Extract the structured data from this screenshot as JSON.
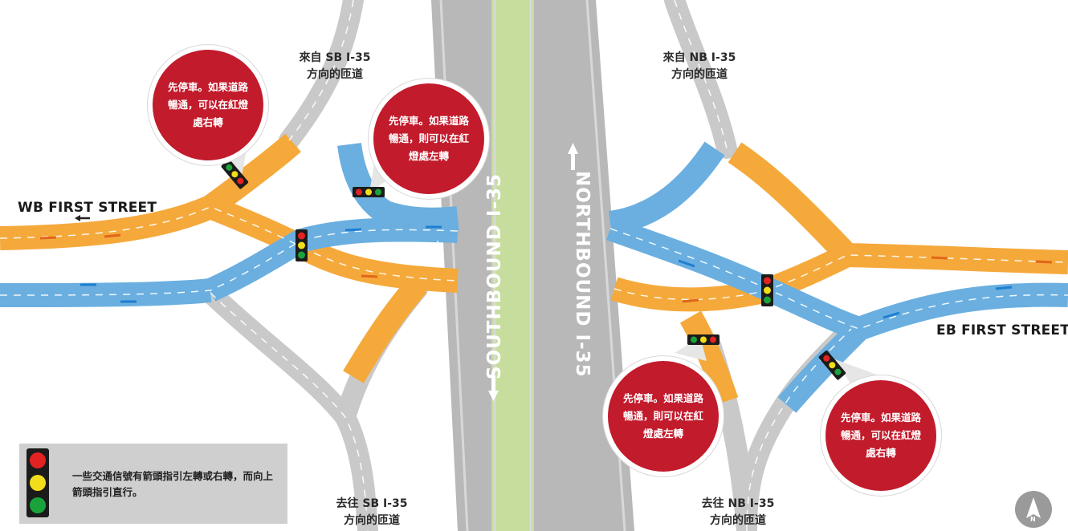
{
  "streets": {
    "wb": "WB FIRST STREET",
    "eb": "EB FIRST STREET"
  },
  "ramps": {
    "from_sb": {
      "line1": "來自 SB I-35",
      "line2": "方向的匝道"
    },
    "from_nb": {
      "line1": "來自 NB I-35",
      "line2": "方向的匝道"
    },
    "to_sb": {
      "line1": "去往 SB I-35",
      "line2": "方向的匝道"
    },
    "to_nb": {
      "line1": "去往 NB I-35",
      "line2": "方向的匝道"
    }
  },
  "highways": {
    "southbound": "SOUTHBOUND I-35",
    "northbound": "NORTHBOUND I-35"
  },
  "callouts": {
    "nw_right": "先停車。如果道路暢通，可以在紅燈處右轉",
    "nc_left": "先停車。如果道路暢通，則可以在紅燈處左轉",
    "sc_left": "先停車。如果道路暢通，則可以在紅燈處左轉",
    "se_right": "先停車。如果道路暢通，可以在紅燈處右轉"
  },
  "legend": {
    "text": "一些交通信號有箭頭指引左轉或右轉，而向上箭頭指引直行。"
  },
  "compass": {
    "letter": "N"
  },
  "colors": {
    "westbound_road": "#f5a93b",
    "eastbound_road": "#6aafe0",
    "ramp_road": "#c9c9c9",
    "highway_road": "#b4b4b4",
    "median": "#c6dd9e",
    "callout": "#c21b2c",
    "signal_red": "#e32222",
    "signal_yellow": "#f2dd1b",
    "signal_green": "#1aa33a"
  }
}
